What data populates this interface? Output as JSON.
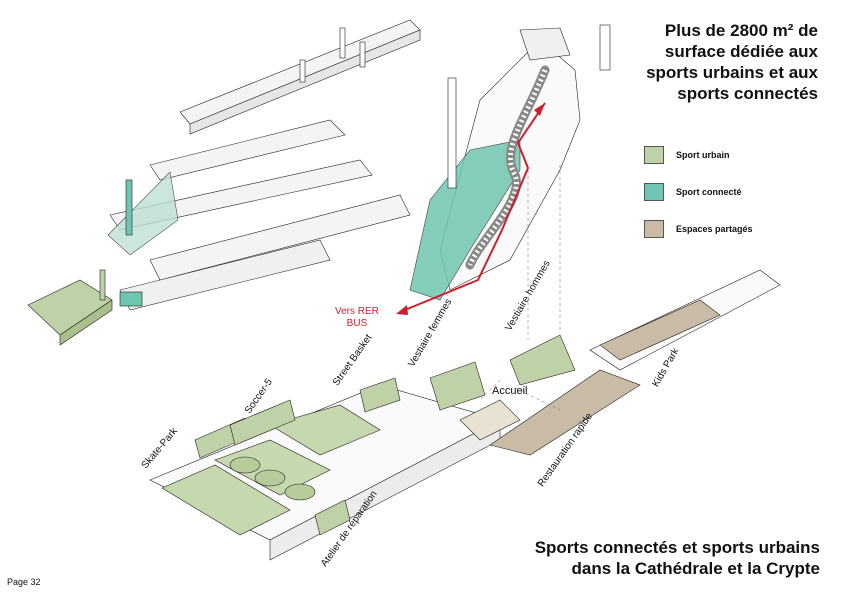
{
  "headline": {
    "top": [
      "Plus de 2800 m² de",
      "surface dédiée aux",
      "sports urbains et aux",
      "sports connectés"
    ],
    "bottom": [
      "Sports connectés et sports urbains",
      "dans la Cathédrale et la Crypte"
    ]
  },
  "legend": [
    {
      "label": "Sport urbain",
      "color": "#bfd1a6"
    },
    {
      "label": "Sport connecté",
      "color": "#6fc6b0"
    },
    {
      "label": "Espaces partagés",
      "color": "#c9bba5"
    }
  ],
  "route": {
    "label_line1": "Vers RER",
    "label_line2": "BUS",
    "color": "#cc1f2c"
  },
  "zones": {
    "skate_park": "Skate-Park",
    "soccer": "Soccer-5",
    "street_basket": "Street Basket",
    "vestiaire_femmes": "Vestiaire femmes",
    "vestiaire_hommes": "Vestiaire hommes",
    "accueil": "Accueil",
    "kids_park": "Kids Park",
    "restauration": "Restauration rapide",
    "atelier": "Atelier de réparation"
  },
  "page": "Page 32"
}
